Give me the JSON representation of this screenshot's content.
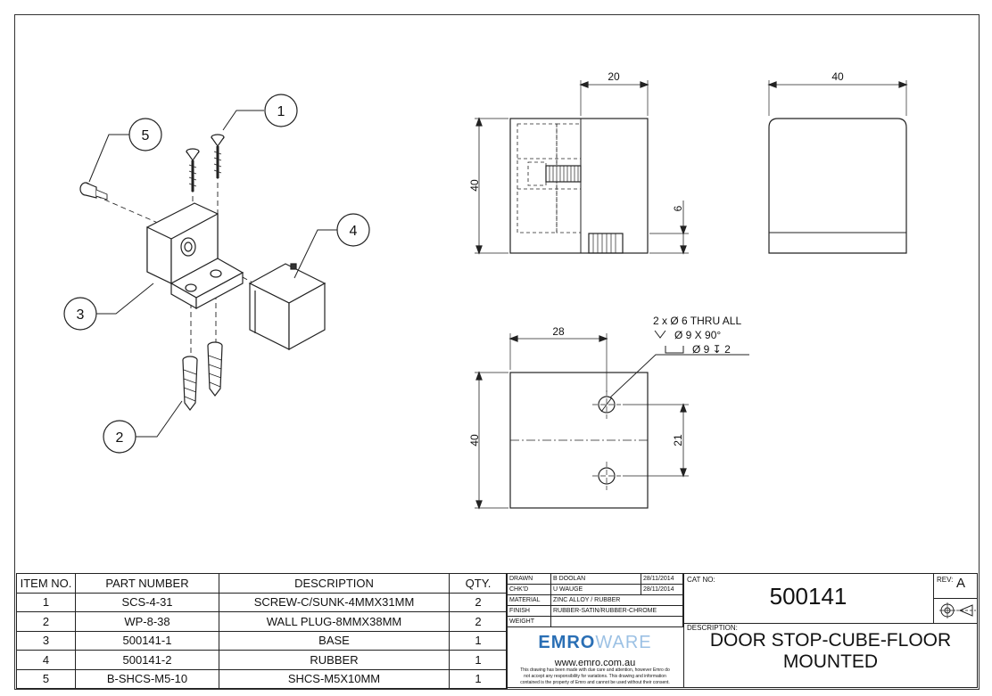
{
  "callouts": [
    "1",
    "2",
    "3",
    "4",
    "5"
  ],
  "dims": {
    "side_width": "20",
    "side_height": "40",
    "side_foot": "6",
    "front_width": "40",
    "plan_offset": "28",
    "plan_height": "40",
    "plan_spacing": "21"
  },
  "hole_note": [
    "2 x Ø 6 THRU ALL",
    "Ø 9 X 90°",
    "Ø 9 ↧ 2"
  ],
  "bom": {
    "headers": [
      "ITEM NO.",
      "PART NUMBER",
      "DESCRIPTION",
      "QTY."
    ],
    "rows": [
      [
        "1",
        "SCS-4-31",
        "SCREW-C/SUNK-4MMX31MM",
        "2"
      ],
      [
        "2",
        "WP-8-38",
        "WALL PLUG-8MMX38MM",
        "2"
      ],
      [
        "3",
        "500141-1",
        "BASE",
        "1"
      ],
      [
        "4",
        "500141-2",
        "RUBBER",
        "1"
      ],
      [
        "5",
        "B-SHCS-M5-10",
        "SHCS-M5X10MM",
        "1"
      ]
    ]
  },
  "title_block": {
    "drawn_label": "DRAWN",
    "drawn_name": "B DOOLAN",
    "drawn_date": "28/11/2014",
    "chkd_label": "CHK'D",
    "chkd_name": "U WAUGE",
    "chkd_date": "28/11/2014",
    "material_label": "MATERIAL",
    "material_value": "ZINC ALLOY / RUBBER",
    "finish_label": "FINISH",
    "finish_value": "RUBBER-SATIN/RUBBER-CHROME",
    "weight_label": "WEIGHT",
    "cat_label": "CAT NO:",
    "cat_no": "500141",
    "rev_label": "REV:",
    "rev": "A",
    "desc_label": "DESCRIPTION:",
    "desc_line1": "DOOR STOP-CUBE-FLOOR",
    "desc_line2": "MOUNTED",
    "logo_bold": "EMRO",
    "logo_light": "WARE",
    "website": "www.emro.com.au",
    "disclaimer1": "This drawing has been made with due care and attention, however Emro do",
    "disclaimer2": "not accept any responsibility for variations. This drawing and information",
    "disclaimer3": "contained is the property of Emro and cannot be used without their consent."
  }
}
